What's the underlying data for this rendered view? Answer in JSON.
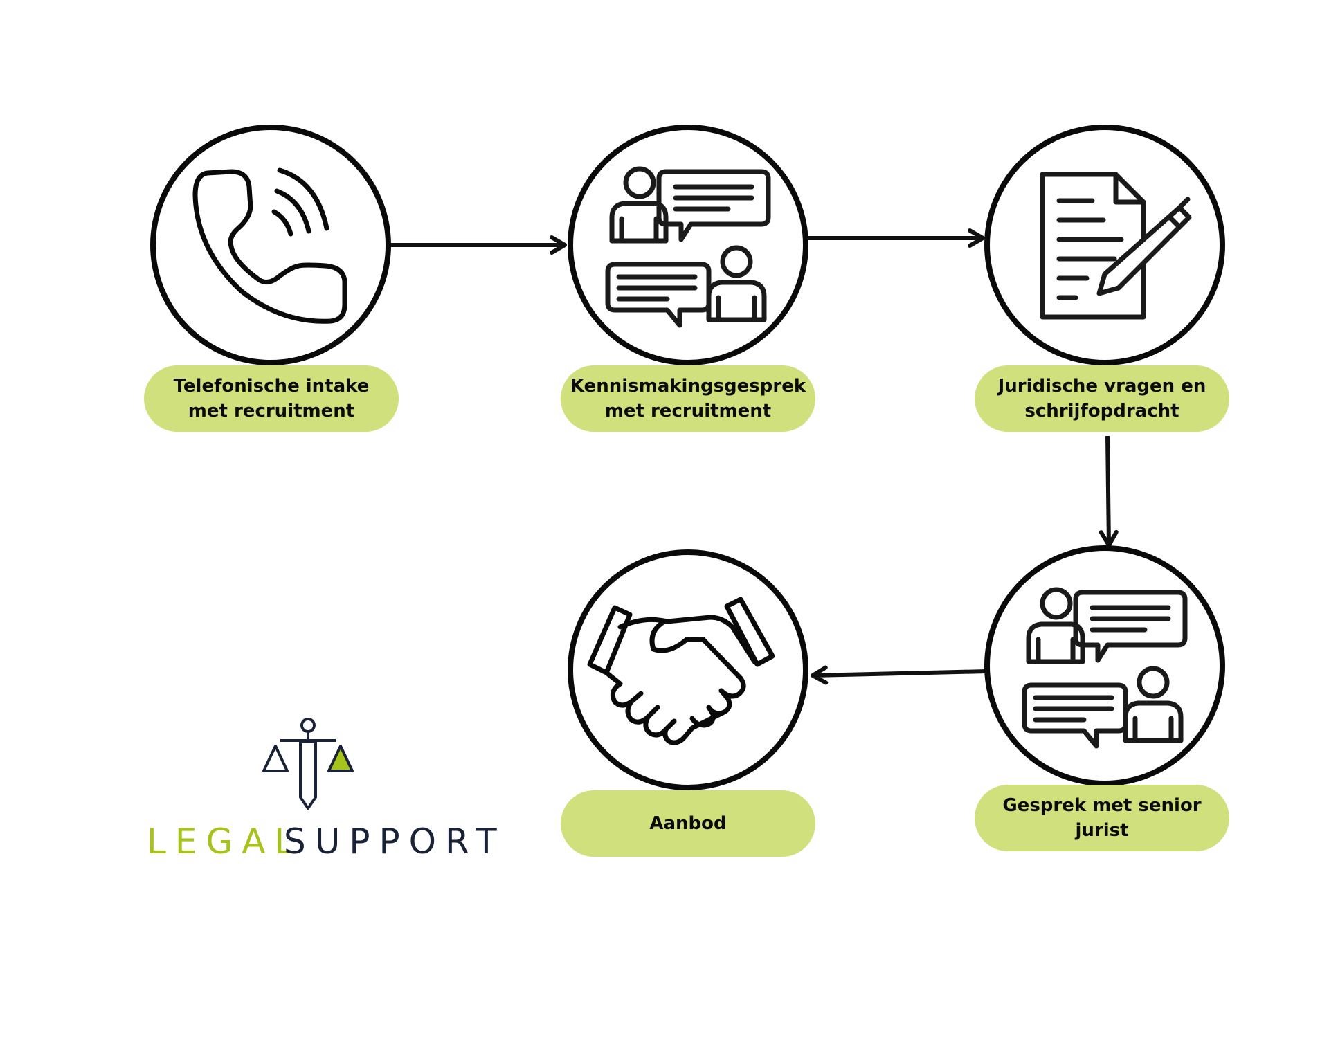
{
  "steps": [
    {
      "label": "Telefonische intake\nmet recruitment",
      "icon": "phone-call-icon"
    },
    {
      "label": "Kennismakingsgesprek\nmet recruitment",
      "icon": "conversation-icon"
    },
    {
      "label": "Juridische vragen en\nschrijfopdracht",
      "icon": "document-pen-icon"
    },
    {
      "label": "Gesprek met senior\njurist",
      "icon": "conversation-icon"
    },
    {
      "label": "Aanbod",
      "icon": "handshake-icon"
    }
  ],
  "logo": {
    "word_1": "LEGAL",
    "word_2": "SUPPORT",
    "icon": "scales-sword-icon"
  },
  "colors": {
    "pill": "#cfe07c",
    "line": "#111111",
    "logo_green": "#a5c31b",
    "logo_navy": "#1a2238"
  }
}
